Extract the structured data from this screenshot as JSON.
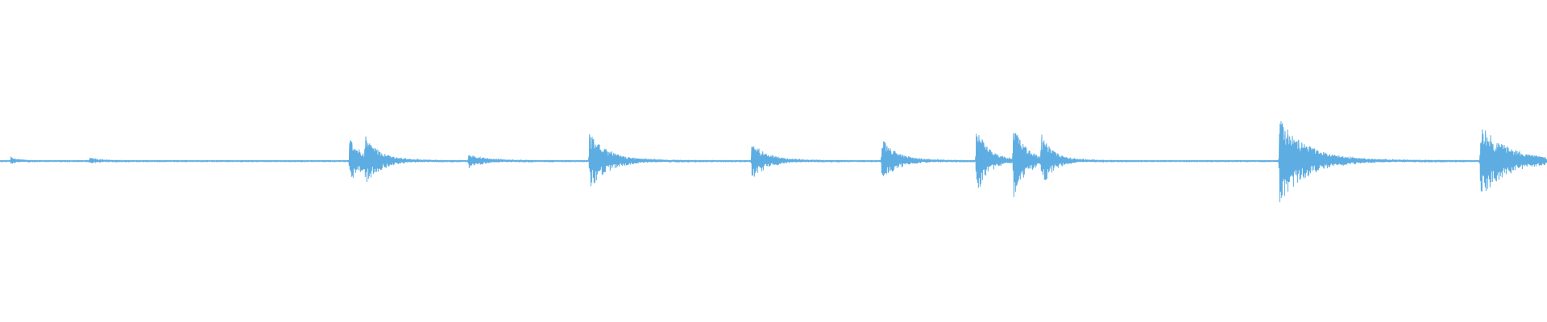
{
  "waveform": {
    "color": "#5DADE2",
    "baseline_amplitude": 0.012,
    "peak_scale": 0.24,
    "events": [
      {
        "t": 0.007,
        "amp": 0.1,
        "decay": 0.004
      },
      {
        "t": 0.058,
        "amp": 0.08,
        "decay": 0.006
      },
      {
        "t": 0.226,
        "amp": 0.55,
        "decay": 0.01
      },
      {
        "t": 0.236,
        "amp": 0.45,
        "decay": 0.01
      },
      {
        "t": 0.303,
        "amp": 0.18,
        "decay": 0.01
      },
      {
        "t": 0.381,
        "amp": 0.75,
        "decay": 0.012
      },
      {
        "t": 0.486,
        "amp": 0.5,
        "decay": 0.01
      },
      {
        "t": 0.57,
        "amp": 0.58,
        "decay": 0.01
      },
      {
        "t": 0.631,
        "amp": 0.9,
        "decay": 0.008
      },
      {
        "t": 0.655,
        "amp": 1.0,
        "decay": 0.008
      },
      {
        "t": 0.673,
        "amp": 0.6,
        "decay": 0.008
      },
      {
        "t": 0.827,
        "amp": 1.1,
        "decay": 0.018
      },
      {
        "t": 0.957,
        "amp": 0.95,
        "decay": 0.018
      }
    ]
  }
}
